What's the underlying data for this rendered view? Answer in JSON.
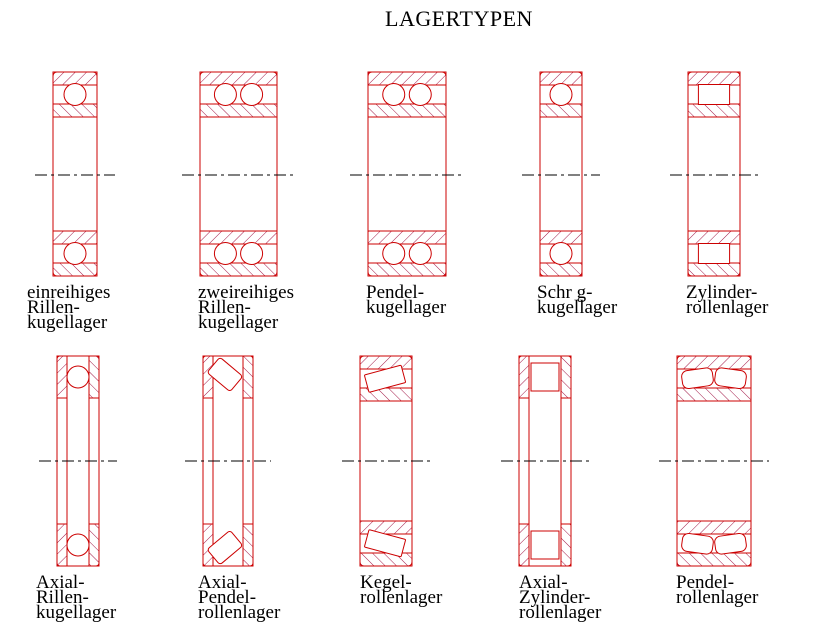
{
  "title": "LAGERTYPEN",
  "colors": {
    "outline": "#cc0000",
    "hatch": "#990033",
    "centerline": "#000000"
  },
  "bearings": [
    {
      "kind": "ball-1",
      "label": [
        "einreihiges",
        "Rillen-",
        "kugellager"
      ]
    },
    {
      "kind": "ball-2",
      "label": [
        "zweireihiges",
        "Rillen-",
        "kugellager"
      ]
    },
    {
      "kind": "self-aligning-ball",
      "label": [
        "Pendel-",
        "kugellager"
      ]
    },
    {
      "kind": "angular-ball",
      "label": [
        "Schr g-",
        "kugellager"
      ]
    },
    {
      "kind": "cylindrical",
      "label": [
        "Zylinder-",
        "rollenlager"
      ]
    },
    {
      "kind": "axial-ball",
      "label": [
        "Axial-",
        "Rillen-",
        "kugellager"
      ]
    },
    {
      "kind": "axial-spherical",
      "label": [
        "Axial-",
        "Pendel-",
        "rollenlager"
      ]
    },
    {
      "kind": "tapered",
      "label": [
        "Kegel-",
        "rollenlager"
      ]
    },
    {
      "kind": "axial-cylindrical",
      "label": [
        "Axial-",
        "Zylinder-",
        "rollenlager"
      ]
    },
    {
      "kind": "spherical-roller",
      "label": [
        "Pendel-",
        "rollenlager"
      ]
    }
  ]
}
